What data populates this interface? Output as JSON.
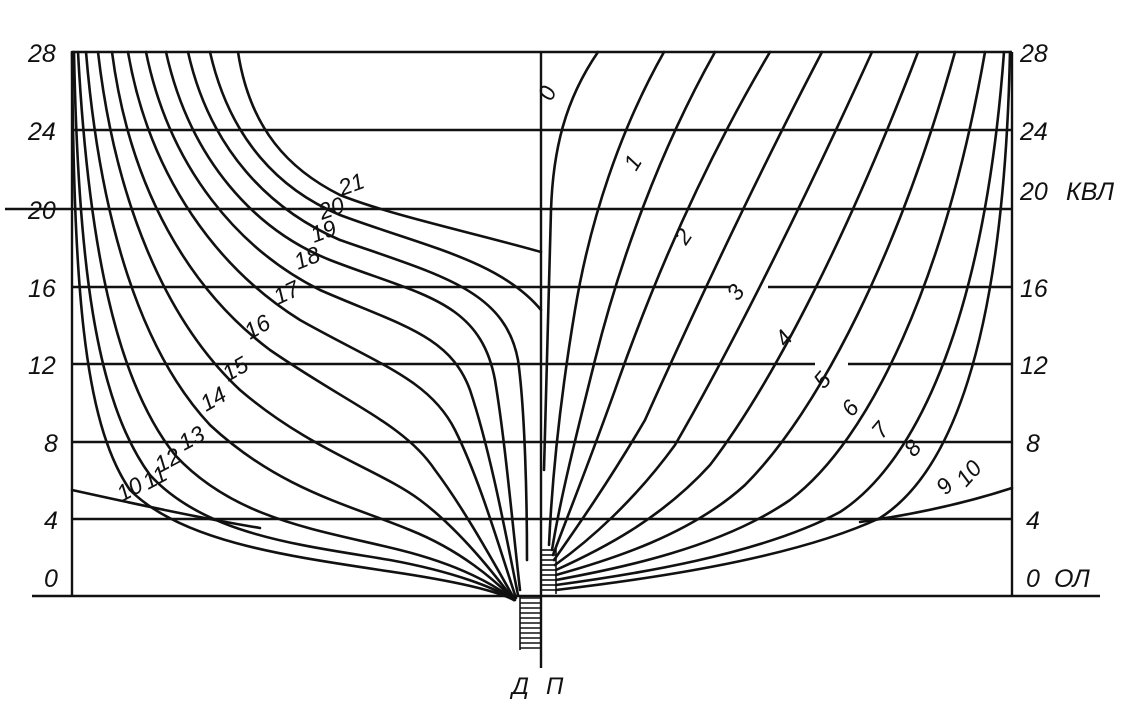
{
  "diagram": {
    "waterlines": [
      "0",
      "4",
      "8",
      "12",
      "16",
      "20",
      "24",
      "28"
    ],
    "cwl_label": "КВЛ",
    "baseline_label": "ОЛ",
    "centerline_labels": [
      "Д",
      "П"
    ],
    "aft_sections": [
      "10",
      "11",
      "12",
      "13",
      "14",
      "15",
      "16",
      "17",
      "18",
      "19",
      "20",
      "21"
    ],
    "fore_sections": [
      "0",
      "1",
      "2",
      "3",
      "4",
      "5",
      "6",
      "7",
      "8",
      "9",
      "10"
    ]
  }
}
